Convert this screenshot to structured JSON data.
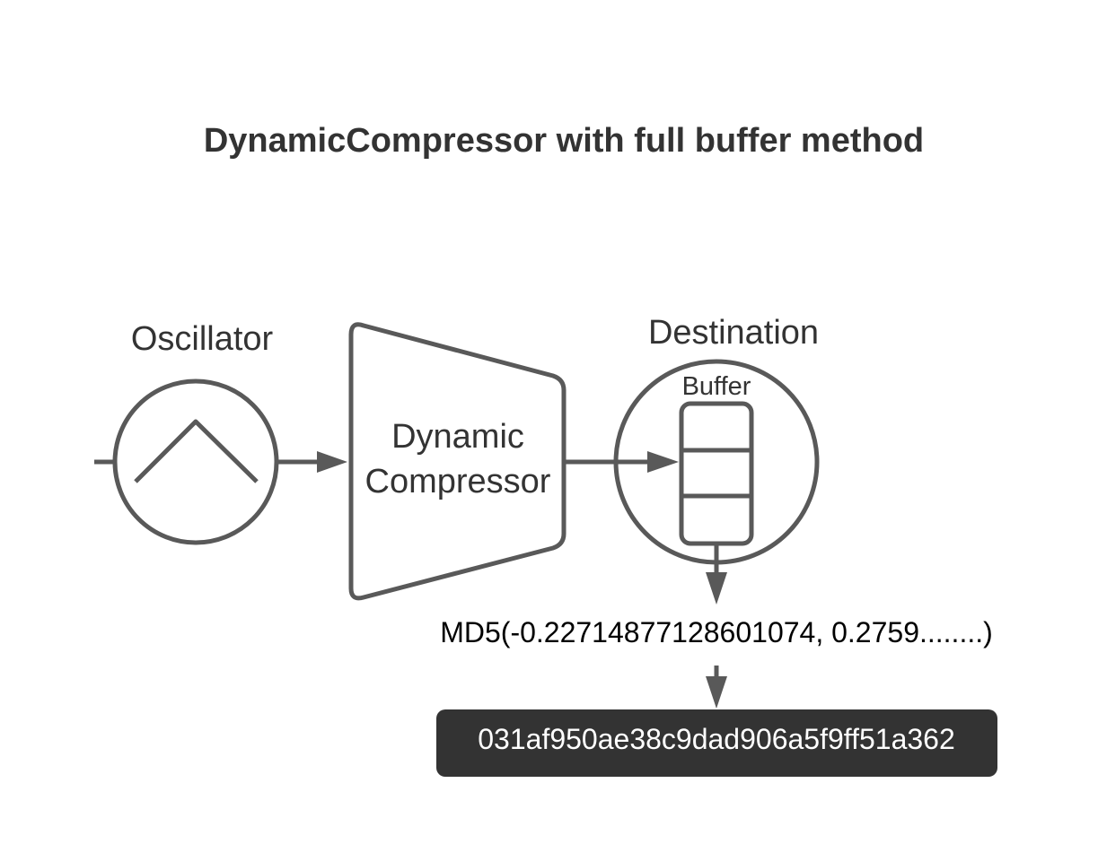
{
  "diagram": {
    "title": "DynamicCompressor with full buffer method",
    "oscillator_label": "Oscillator",
    "compressor_label_line1": "Dynamic",
    "compressor_label_line2": "Compressor",
    "destination_label": "Destination",
    "buffer_label": "Buffer",
    "md5_expression": "MD5(-0.22714877128601074, 0.2759........)",
    "hash_value": "031af950ae38c9dad906a5f9ff51a362"
  },
  "colors": {
    "stroke": "#595959",
    "text": "#333333",
    "hash_box_fill": "#333333",
    "hash_text": "#ffffff"
  },
  "icons": {
    "oscillator": "triangle-wave-icon",
    "destination": "speaker-destination-icon",
    "buffer": "buffer-stack-icon"
  }
}
